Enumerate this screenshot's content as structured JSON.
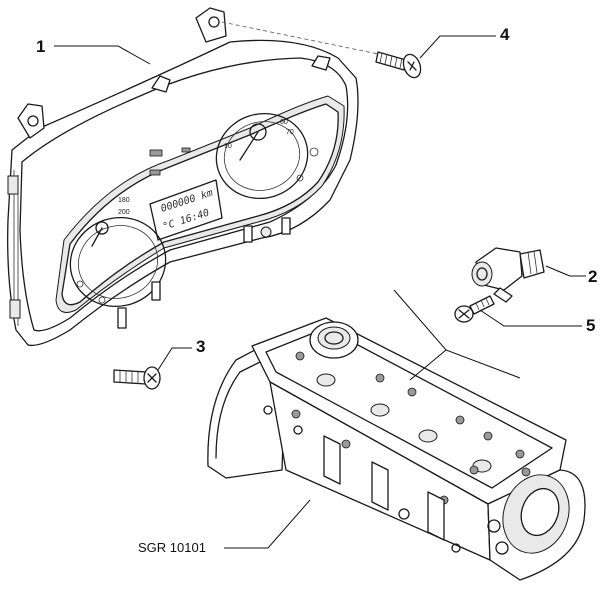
{
  "callouts": [
    {
      "id": "1",
      "label": "1"
    },
    {
      "id": "2",
      "label": "2"
    },
    {
      "id": "3",
      "label": "3"
    },
    {
      "id": "4",
      "label": "4"
    },
    {
      "id": "5",
      "label": "5"
    }
  ],
  "reference_code": "SGR 10101",
  "cluster": {
    "odometer": "000000 km",
    "clock": "°C 16:40",
    "speed_ticks": [
      "180",
      "200"
    ],
    "temp_ticks": [
      "10",
      "60",
      "70"
    ]
  }
}
